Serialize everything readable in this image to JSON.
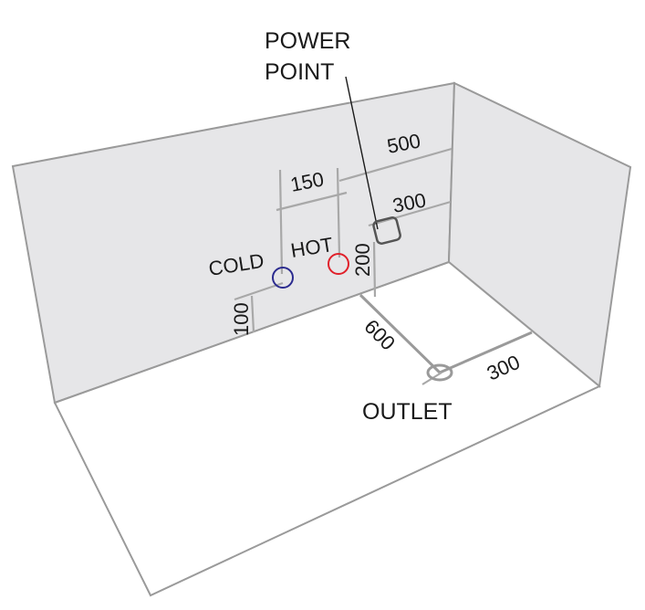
{
  "diagram": {
    "type": "room-plumbing-layout",
    "labels": {
      "power_point_line1": "POWER",
      "power_point_line2": "POINT",
      "cold": "COLD",
      "hot": "HOT",
      "outlet": "OUTLET"
    },
    "dimensions": {
      "power_point_from_right_wall": "500",
      "hot_cold_spacing": "150",
      "power_point_from_right_lower": "300",
      "power_point_height": "200",
      "cold_height": "100",
      "outlet_from_back_wall": "600",
      "outlet_from_right_wall": "300"
    },
    "colors": {
      "wall_fill": "#e6e6e8",
      "edge": "#9a9a9a",
      "cold": "#2b2b8f",
      "hot": "#e0202a",
      "power_point": "#555555",
      "outlet": "#9a9a9a"
    }
  }
}
